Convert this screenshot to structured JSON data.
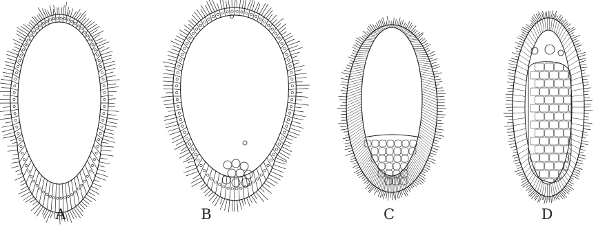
{
  "figure": {
    "panels": [
      {
        "id": "A",
        "label": "A"
      },
      {
        "id": "B",
        "label": "B"
      },
      {
        "id": "C",
        "label": "C"
      },
      {
        "id": "D",
        "label": "D"
      }
    ],
    "ink_color": "#1f1f1f",
    "background_color": "#ffffff"
  }
}
